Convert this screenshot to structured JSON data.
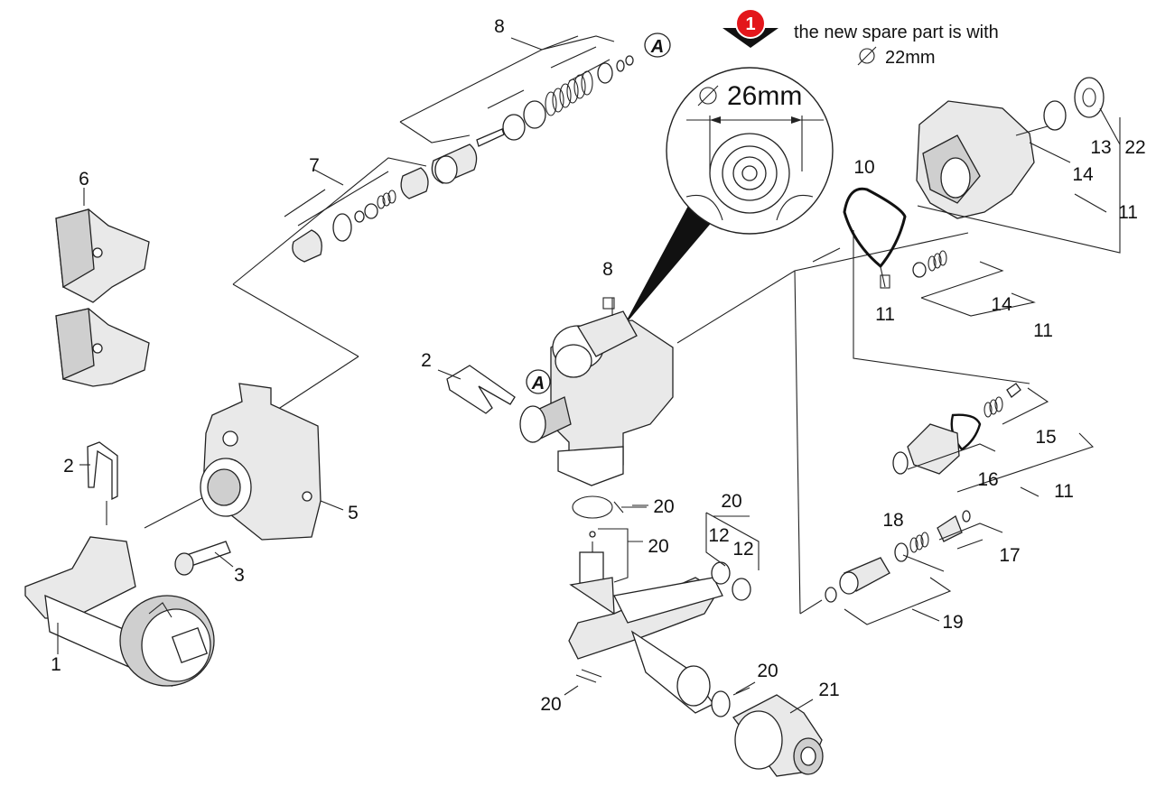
{
  "notice": {
    "badge": "1",
    "line1": "the new spare part is with",
    "line2": "22mm",
    "badge_color": "#e3161b"
  },
  "detail": {
    "dimension": "26mm"
  },
  "refs": {
    "a_upper": "A",
    "a_body": "A"
  },
  "labels": {
    "p8_top": "8",
    "p7": "7",
    "p6": "6",
    "p2_left": "2",
    "p1": "1",
    "p3": "3",
    "p5": "5",
    "p8_mid": "8",
    "p2_mid": "2",
    "p20_a": "20",
    "p20_b": "20",
    "p20_c": "20",
    "p12_a": "12",
    "p12_b": "12",
    "p20_d": "20",
    "p20_e": "20",
    "p21": "21",
    "p10": "10",
    "p11_a": "11",
    "p14_a": "14",
    "p11_b": "11",
    "p13": "13",
    "p22": "22",
    "p14_b": "14",
    "p11_c": "11",
    "p15": "15",
    "p16": "16",
    "p11_d": "11",
    "p18": "18",
    "p17": "17",
    "p19": "19"
  }
}
